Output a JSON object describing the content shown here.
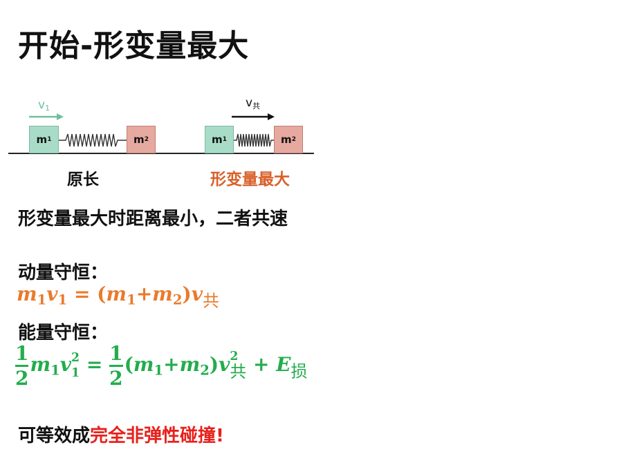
{
  "title": "开始-形变量最大",
  "diagram": {
    "left": {
      "velocity_label": "v",
      "velocity_sub": "1",
      "m1": "m",
      "m1_sub": "1",
      "m2": "m",
      "m2_sub": "2",
      "caption": "原长"
    },
    "right": {
      "velocity_label": "v",
      "velocity_sub": "共",
      "m1": "m",
      "m1_sub": "1",
      "m2": "m",
      "m2_sub": "2",
      "caption": "形变量最大"
    },
    "colors": {
      "block_m1": "#a8dcc8",
      "block_m2": "#e6a9a0",
      "left_arrow": "#6fbfa0",
      "right_arrow": "#111111",
      "caption_right": "#d9602b"
    }
  },
  "statement": "形变量最大时距离最小，二者共速",
  "momentum": {
    "heading": "动量守恒：",
    "eq": {
      "lhs_m": "m",
      "lhs_m_sub": "1",
      "lhs_v": "v",
      "lhs_v_sub": "1",
      "eq": "=",
      "lp": "(",
      "m1": "m",
      "m1_sub": "1",
      "plus": "+",
      "m2": "m",
      "m2_sub": "2",
      "rp": ")",
      "v": "v",
      "v_sub": "共"
    }
  },
  "energy": {
    "heading": "能量守恒：",
    "eq": {
      "frac_num": "1",
      "frac_den": "2",
      "m": "m",
      "m_sub": "1",
      "v": "v",
      "v_sub": "1",
      "v_sup": "2",
      "eq": "=",
      "frac2_num": "1",
      "frac2_den": "2",
      "lp": "(",
      "m1": "m",
      "m1_sub": "1",
      "plus": "+",
      "m2": "m",
      "m2_sub": "2",
      "rp": ")",
      "v2": "v",
      "v2_sub": "共",
      "v2_sup": "2",
      "plus2": "+",
      "E": "E",
      "E_sub": "损"
    }
  },
  "conclusion": {
    "prefix": "可等效成",
    "highlight": "完全非弹性碰撞!"
  },
  "accent_colors": {
    "orange": "#ea7a2c",
    "green": "#22ad4c",
    "red": "#e8201b"
  }
}
